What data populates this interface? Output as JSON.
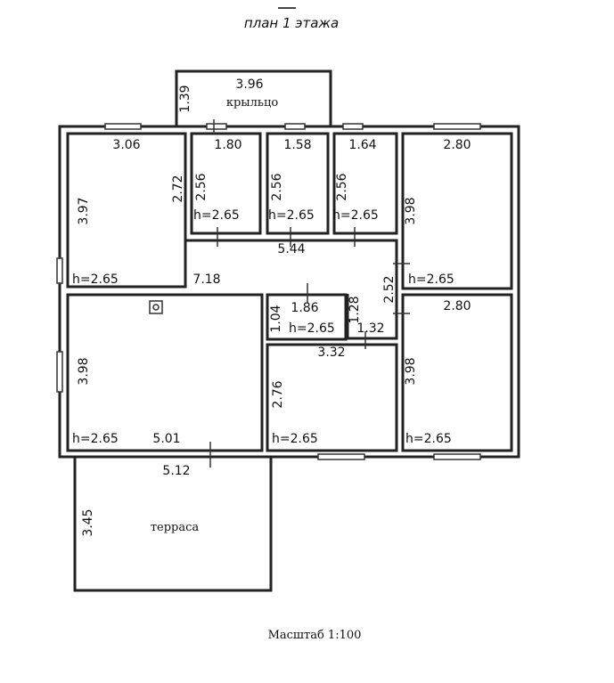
{
  "title": "план 1 этажа",
  "scale": "Масштаб 1:100",
  "porch": {
    "label": "крыльцо",
    "width": "3.96",
    "depth": "1.39"
  },
  "terrace": {
    "label": "терраса",
    "width": "5.12",
    "depth": "3.45"
  },
  "rooms": {
    "room_top_left": {
      "width": "3.06",
      "depth": "3.97",
      "side": "2.72",
      "height": "h=2.65"
    },
    "room_small_1": {
      "width": "1.80",
      "depth": "2.56",
      "height": "h=2.65"
    },
    "room_small_2": {
      "width": "1.58",
      "depth": "2.56",
      "height": "h=2.65"
    },
    "room_small_3": {
      "width": "1.64",
      "depth": "2.56",
      "height": "h=2.65"
    },
    "room_top_right": {
      "width": "2.80",
      "depth": "3.98",
      "height": "h=2.65"
    },
    "corridor": {
      "length_long": "7.18",
      "length_short": "5.44",
      "side": "2.52",
      "nook": "1.28"
    },
    "room_bottom_left": {
      "width": "5.01",
      "depth": "3.98",
      "height": "h=2.65"
    },
    "room_bathroom": {
      "width": "1.86",
      "depth": "1.04",
      "height": "h=2.65",
      "extra": "1.32"
    },
    "room_bottom_mid": {
      "width": "3.32",
      "depth": "2.76",
      "height": "h=2.65"
    },
    "room_bottom_right": {
      "width": "2.80",
      "depth": "3.98",
      "height": "h=2.65"
    }
  }
}
